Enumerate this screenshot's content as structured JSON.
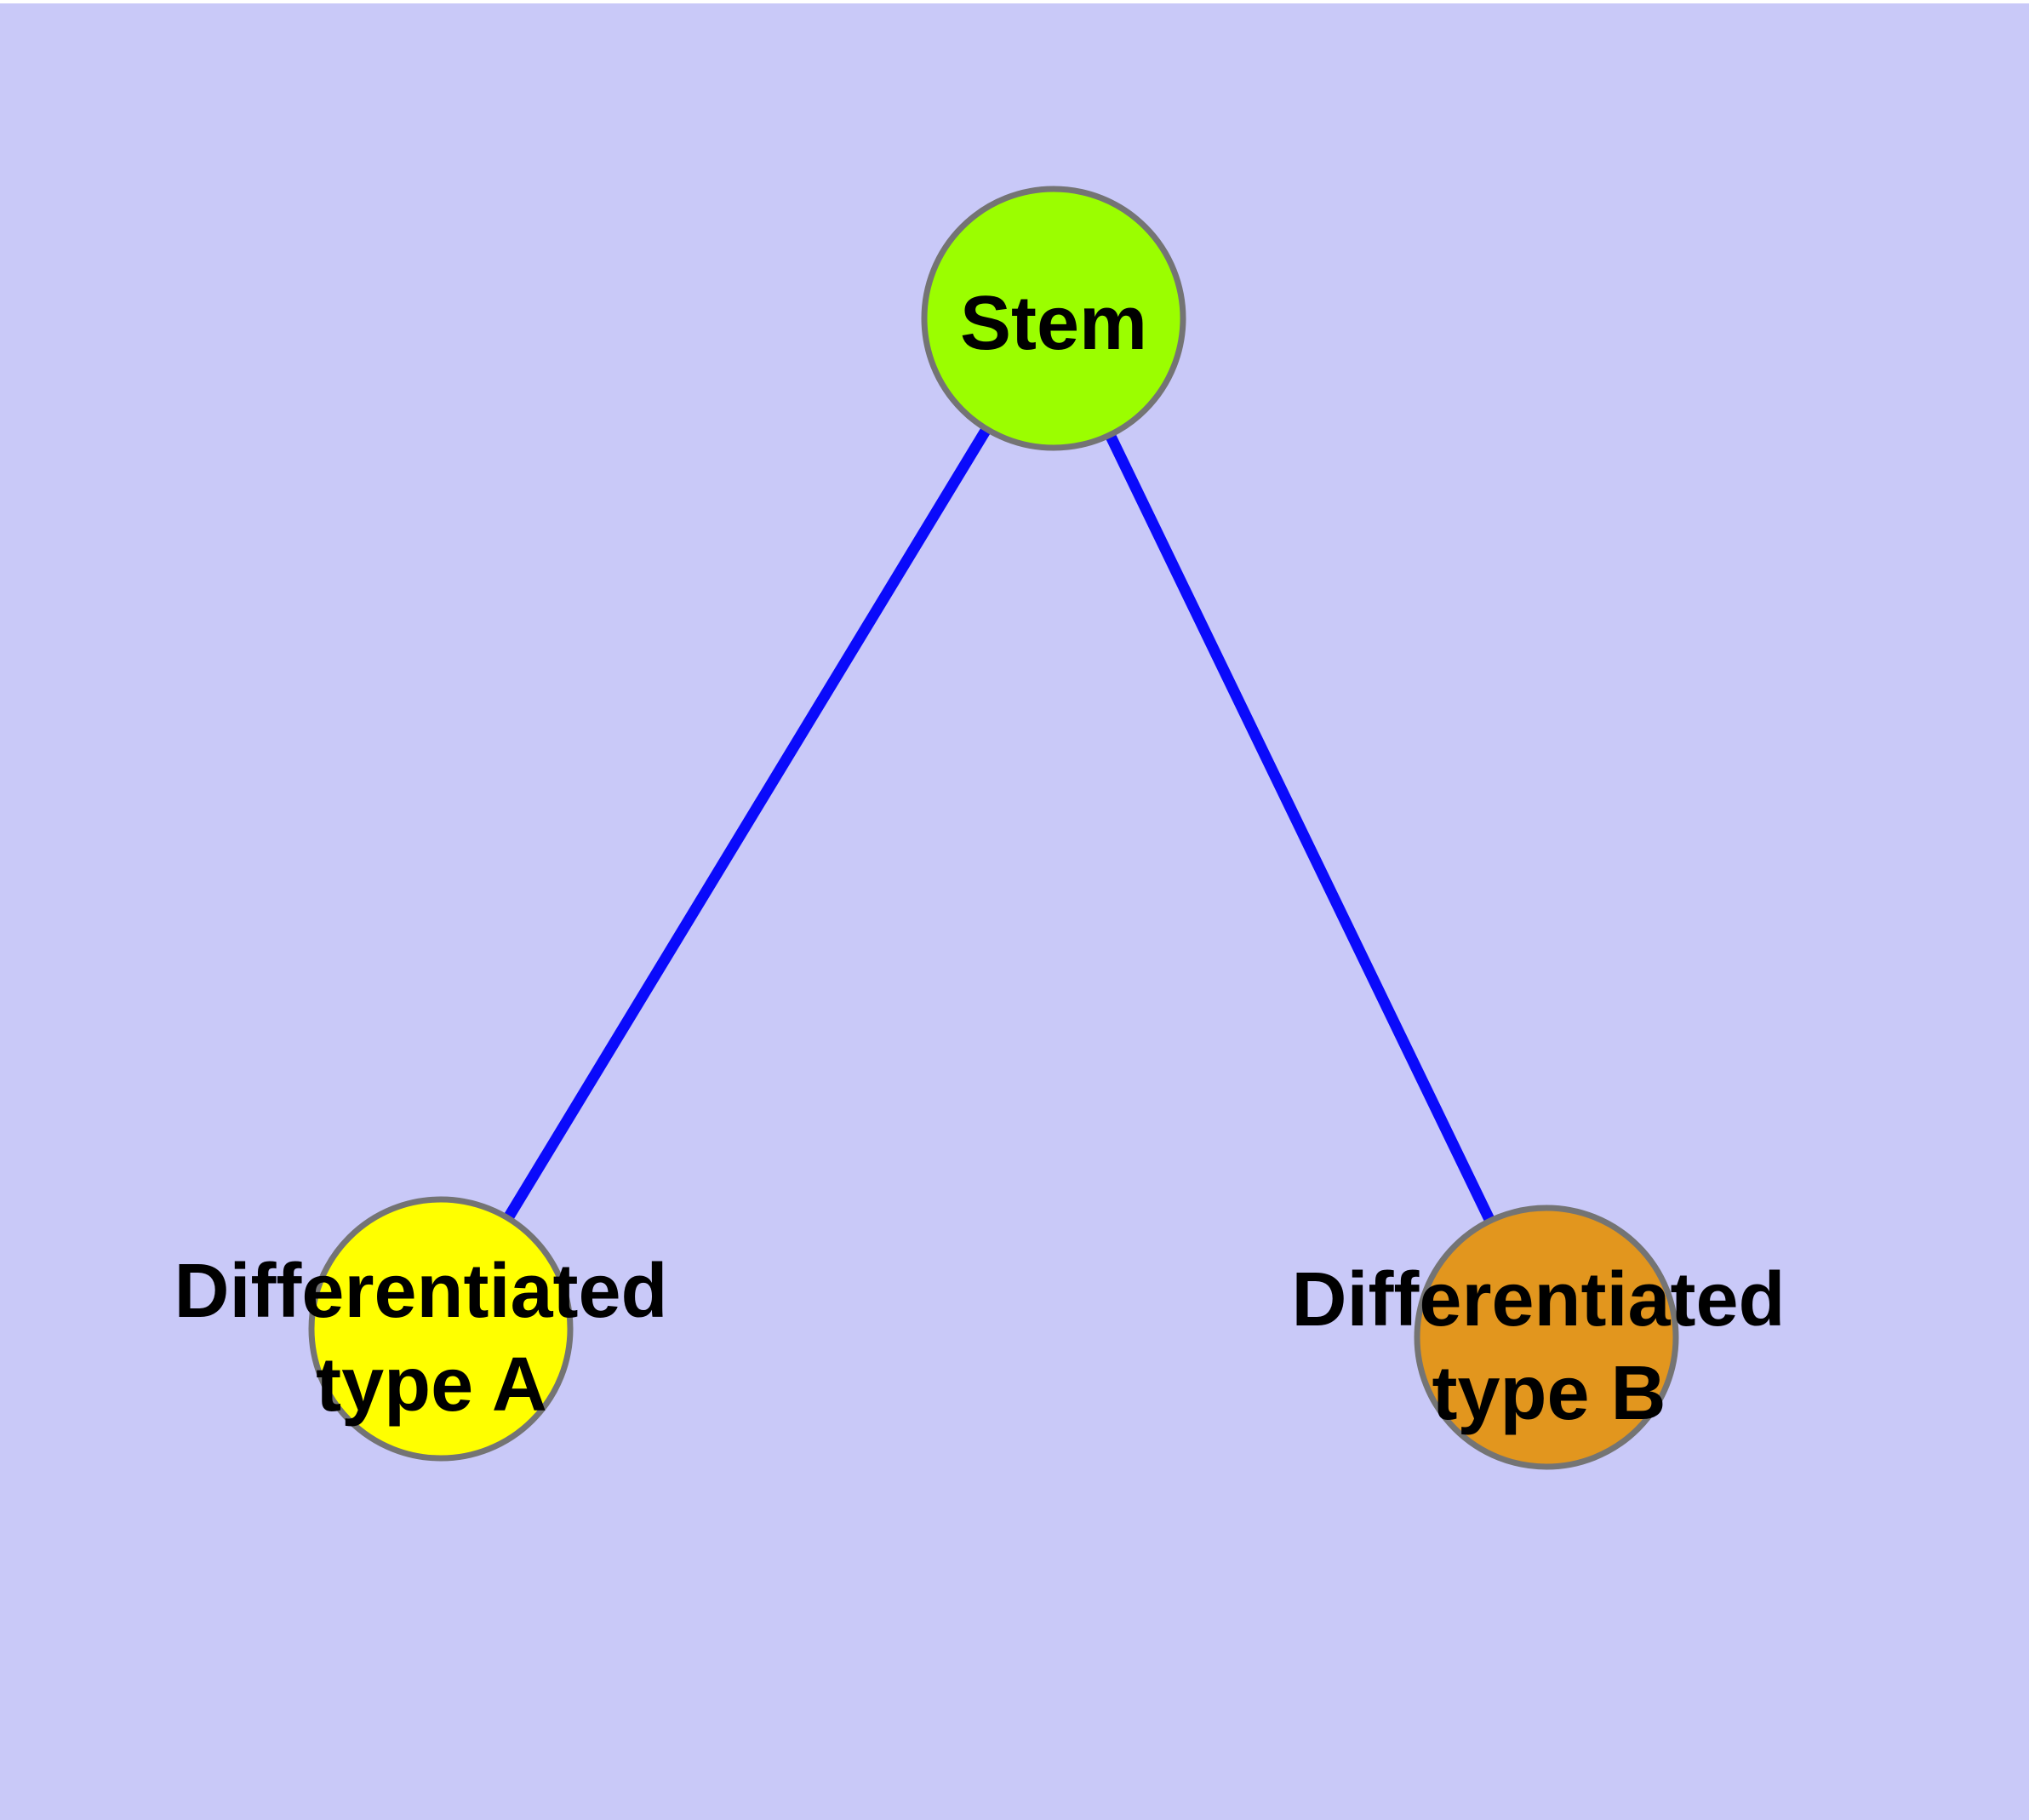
{
  "diagram": {
    "type": "node-link-graph",
    "background_color": "#C9C9F8",
    "top_border_color": "#FFFFFF",
    "edge_color": "#0A0AFB",
    "node_border_color": "#747474",
    "label_color": "#000000",
    "nodes": [
      {
        "id": "stem",
        "label": "Stem",
        "label_line1": "Stem",
        "fill": "#9BFE00"
      },
      {
        "id": "differentiated-type-a",
        "label": "Differentiated type A",
        "label_line1": "Differentiated",
        "label_line2": "type A",
        "fill": "#FFFF00"
      },
      {
        "id": "differentiated-type-b",
        "label": "Differentiated type B",
        "label_line1": "Differentiated",
        "label_line2": "type B",
        "fill": "#E2961E"
      }
    ],
    "edges": [
      {
        "from": "Stem",
        "to": "Differentiated type A"
      },
      {
        "from": "Stem",
        "to": "Differentiated type B"
      }
    ]
  }
}
